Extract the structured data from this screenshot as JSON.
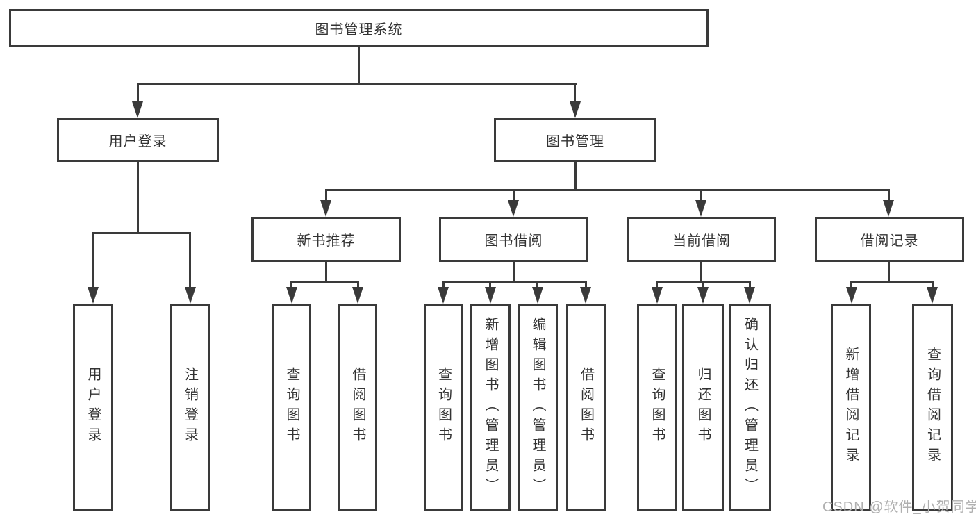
{
  "colors": {
    "line": "#3a3a3a",
    "box_border": "#3a3a3a",
    "text": "#333333",
    "background": "#ffffff",
    "watermark_text": "#b0b0b0"
  },
  "watermark": {
    "text": "CSDN @软件_小贺同学"
  },
  "tree": {
    "label": "图书管理系统",
    "children": [
      {
        "label": "用户登录",
        "children": [
          {
            "label": "用户登录"
          },
          {
            "label": "注销登录"
          }
        ]
      },
      {
        "label": "图书管理",
        "children": [
          {
            "label": "新书推荐",
            "children": [
              {
                "label": "查询图书"
              },
              {
                "label": "借阅图书"
              }
            ]
          },
          {
            "label": "图书借阅",
            "children": [
              {
                "label": "查询图书"
              },
              {
                "label": "新增图书（管理员）"
              },
              {
                "label": "编辑图书（管理员）"
              },
              {
                "label": "借阅图书"
              }
            ]
          },
          {
            "label": "当前借阅",
            "children": [
              {
                "label": "查询图书"
              },
              {
                "label": "归还图书"
              },
              {
                "label": "确认归还（管理员）"
              }
            ]
          },
          {
            "label": "借阅记录",
            "children": [
              {
                "label": "新增借阅记录"
              },
              {
                "label": "查询借阅记录"
              }
            ]
          }
        ]
      }
    ]
  }
}
